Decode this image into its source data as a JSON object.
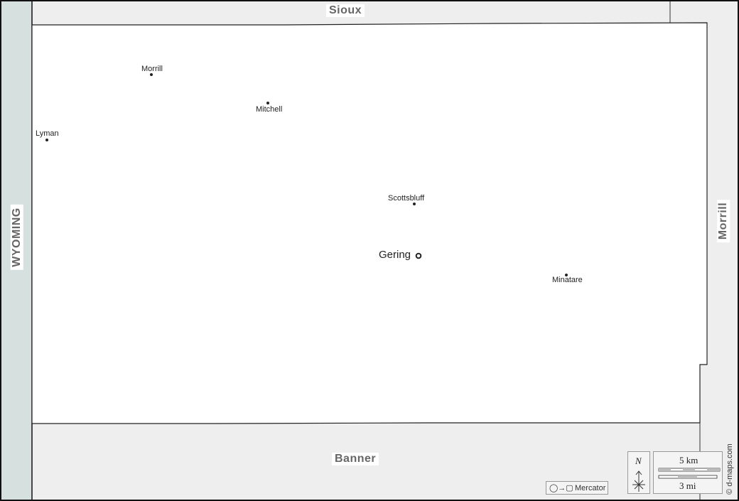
{
  "regions": {
    "north": "Sioux",
    "west": "WYOMING",
    "east": "Morrill",
    "south": "Banner"
  },
  "places": [
    {
      "name": "Morrill",
      "type": "town"
    },
    {
      "name": "Mitchell",
      "type": "town"
    },
    {
      "name": "Lyman",
      "type": "town"
    },
    {
      "name": "Scottsbluff",
      "type": "town"
    },
    {
      "name": "Gering",
      "type": "county-seat"
    },
    {
      "name": "Minatare",
      "type": "town"
    }
  ],
  "legend": {
    "north_label": "N",
    "scale_km": "5 km",
    "scale_mi": "3 mi",
    "projection": "Mercator",
    "credit": "© d-maps.com"
  },
  "colors": {
    "state_fill": "#d6e0df",
    "neighbor_fill": "#eeeeee",
    "county_fill": "#ffffff",
    "border": "#111111"
  }
}
